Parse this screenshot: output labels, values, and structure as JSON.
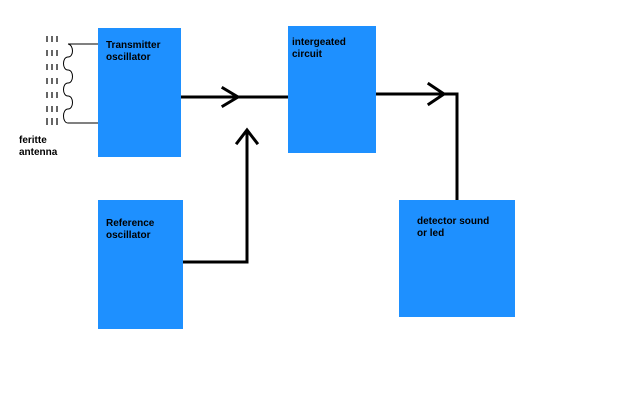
{
  "diagram": {
    "colors": {
      "block_fill": "#1e90ff",
      "line": "#000000",
      "background": "#ffffff"
    },
    "antenna": {
      "label": "feritte\nantenna"
    },
    "blocks": {
      "transmitter": {
        "label": "Transmitter\noscillator"
      },
      "reference": {
        "label": "Reference\noscillator"
      },
      "integrated": {
        "label": "intergeated\ncircuit"
      },
      "detector": {
        "label": "detector sound\nor led"
      }
    }
  }
}
